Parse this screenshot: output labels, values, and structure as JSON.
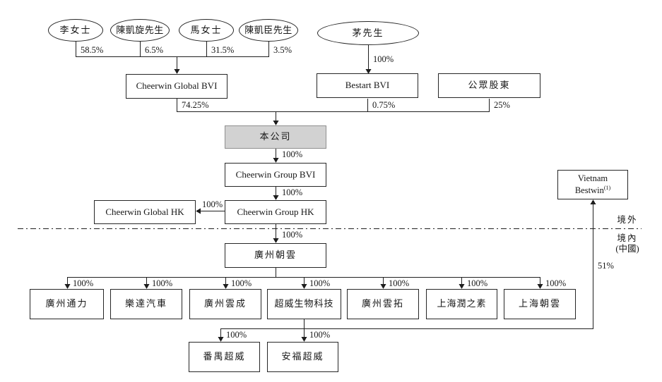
{
  "nodes": {
    "li": "李女士",
    "chen_kaixuan": "陳凱旋先生",
    "ma": "馬女士",
    "chen_kaichen": "陳凱臣先生",
    "mao": "茅先生",
    "cheerwin_global_bvi": "Cheerwin Global BVI",
    "bestart_bvi": "Bestart BVI",
    "public_shareholders": "公眾股東",
    "company": "本公司",
    "cheerwin_group_bvi": "Cheerwin Group BVI",
    "cheerwin_global_hk": "Cheerwin Global HK",
    "cheerwin_group_hk": "Cheerwin Group HK",
    "vietnam_bestwin": {
      "line1": "Vietnam",
      "line2": "Bestwin",
      "note": "(1)"
    },
    "guangzhou_chaoyun": "廣州朝雲",
    "guangzhou_tongli": "廣州通力",
    "leda_auto": "樂達汽車",
    "guangzhou_yuncheng": "廣州雲成",
    "chaowei_bio": "超威生物科技",
    "guangzhou_yuntuo": "廣州雲拓",
    "shanghai_runzhisu": "上海潤之素",
    "shanghai_chaoyun": "上海朝雲",
    "panyu_chaowei": "番禺超威",
    "anfu_chaowei": "安福超威"
  },
  "percentages": {
    "li_pct": "58.5%",
    "chen_kaixuan_pct": "6.5%",
    "ma_pct": "31.5%",
    "chen_kaichen_pct": "3.5%",
    "mao_pct": "100%",
    "cheerwin_global_bvi_pct": "74.25%",
    "bestart_bvi_pct": "0.75%",
    "public_pct": "25%",
    "company_pct": "100%",
    "group_bvi_pct": "100%",
    "global_hk_pct": "100%",
    "chaoyun_pct": "100%",
    "tongli_pct": "100%",
    "leda_pct": "100%",
    "yuncheng_pct": "100%",
    "bio_pct": "100%",
    "yuntuo_pct": "100%",
    "runzhisu_pct": "100%",
    "sh_chaoyun_pct": "100%",
    "panyu_pct": "100%",
    "anfu_pct": "100%",
    "vietnam_pct": "51%"
  },
  "regions": {
    "offshore": "境外",
    "onshore": "境內",
    "onshore_paren": "(中國)"
  },
  "colors": {
    "line": "#1f1f1f",
    "company_fill": "#d2d2d2"
  }
}
